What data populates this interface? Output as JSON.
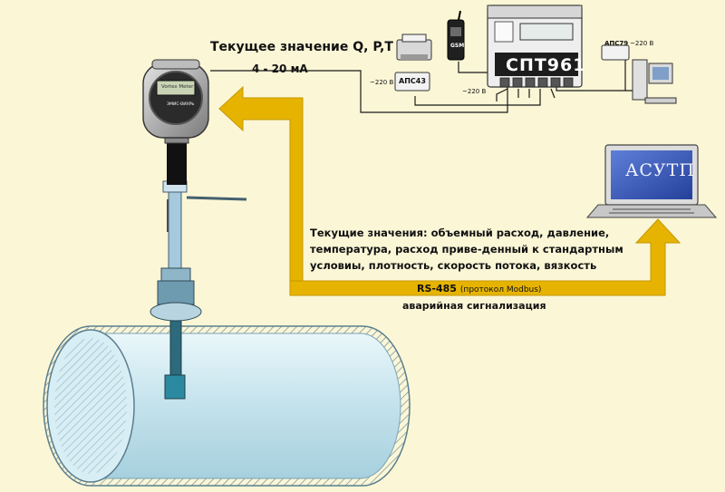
{
  "labels": {
    "current_value": "Текущее значение Q, P,T",
    "current_loop": "4 - 20 мА",
    "current_values_line1": "Текущие значения: объемный расход, давление,",
    "current_values_line2": "температура, расход приве-денный к стандартным",
    "current_values_line3": "условиы, плотность, скорость потока, вязкость",
    "rs485": "RS-485",
    "protocol": "(протокол Modbus)",
    "alarm": "аварийная сигнализация",
    "controller": "СПТ961",
    "scada": "АСУТП",
    "adapter_printer": "АПС43",
    "adapter_pc": "АПС79",
    "gsm": "GSM",
    "power_1": "~220 В",
    "power_2": "~220 В",
    "power_3": "~220 В",
    "meter_display": "Vortex Meter",
    "meter_brand": "ЭМИС-ВИХРЬ"
  },
  "colors": {
    "background": "#fbf6d6",
    "signal_arrow": "#e6b400",
    "pipe": "#c9e6f0",
    "pipe_hatch": "#6c8fa0",
    "controller_panel": "#2a2a2a",
    "scada_screen": "#3b5bbf"
  },
  "icons": [
    "vortex-flowmeter-icon",
    "pipeline-icon",
    "controller-icon",
    "gsm-phone-icon",
    "printer-icon",
    "adapter-icon",
    "desktop-computer-icon",
    "laptop-icon"
  ]
}
